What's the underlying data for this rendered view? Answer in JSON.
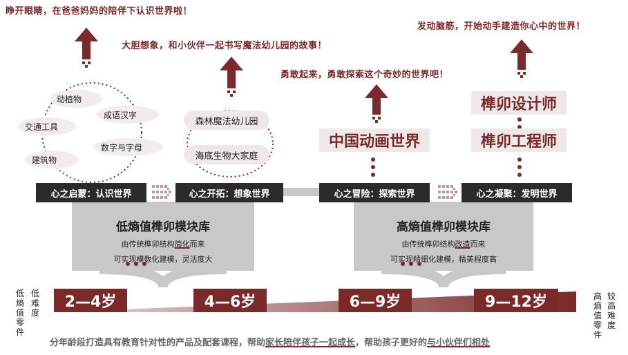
{
  "top_texts": [
    "睁开眼睛，在爸爸妈妈的陪伴下认识世界啦！",
    "大胆想象，和小伙伴一起书写魔法幼儿园的故事！",
    "勇敢起来，勇敢探索这个奇妙的世界吧！",
    "发动脑筋，开始动手建造你心中的世界！"
  ],
  "stages": [
    "心之启蒙：认识世界",
    "心之开拓：想象世界",
    "心之冒险：探索世界",
    "心之凝聚：发明世界"
  ],
  "stage1_words": [
    "动植物",
    "成语汉字",
    "交通工具",
    "数字与字母",
    "建筑物"
  ],
  "stage2_items": [
    "森林魔法幼儿园",
    "海底生物大家庭"
  ],
  "stage3_items": [
    "中国动画世界"
  ],
  "stage4_items": [
    "榫卯设计师",
    "榫卯工程师"
  ],
  "library_low": {
    "title": "低熵值榫卯模块库",
    "line1_pre": "由传统榫卯结构",
    "line1_hl": "简化",
    "line1_post": "而来",
    "line2_pre": "可实现",
    "line2_hl": "模数化",
    "line2_post": "建模，灵活度大"
  },
  "library_high": {
    "title": "高熵值榫卯模块库",
    "line1_pre": "由传统榫卯结构",
    "line1_hl": "改造",
    "line1_post": "而来",
    "line2_pre": "可实现",
    "line2_hl": "精细化",
    "line2_post": "建模，精美程度高"
  },
  "ages": [
    "2—4岁",
    "4—6岁",
    "6—9岁",
    "9—12岁"
  ],
  "left_labels": {
    "a": "低熵值零件",
    "b": "低难度"
  },
  "right_labels": {
    "a": "高熵值零件",
    "b": "较高难度"
  },
  "bottom": {
    "pre": "分年龄段打造具有教育针对性的产品及配套课程，帮助",
    "hl1": "家长陪伴孩子一起成长",
    "mid": "，帮助孩子更好的",
    "hl2": "与小伙伴们相处"
  },
  "colors": {
    "accent": "#7a2a2a",
    "dark": "#2b2b2b",
    "gray": "#c8c8c8"
  }
}
